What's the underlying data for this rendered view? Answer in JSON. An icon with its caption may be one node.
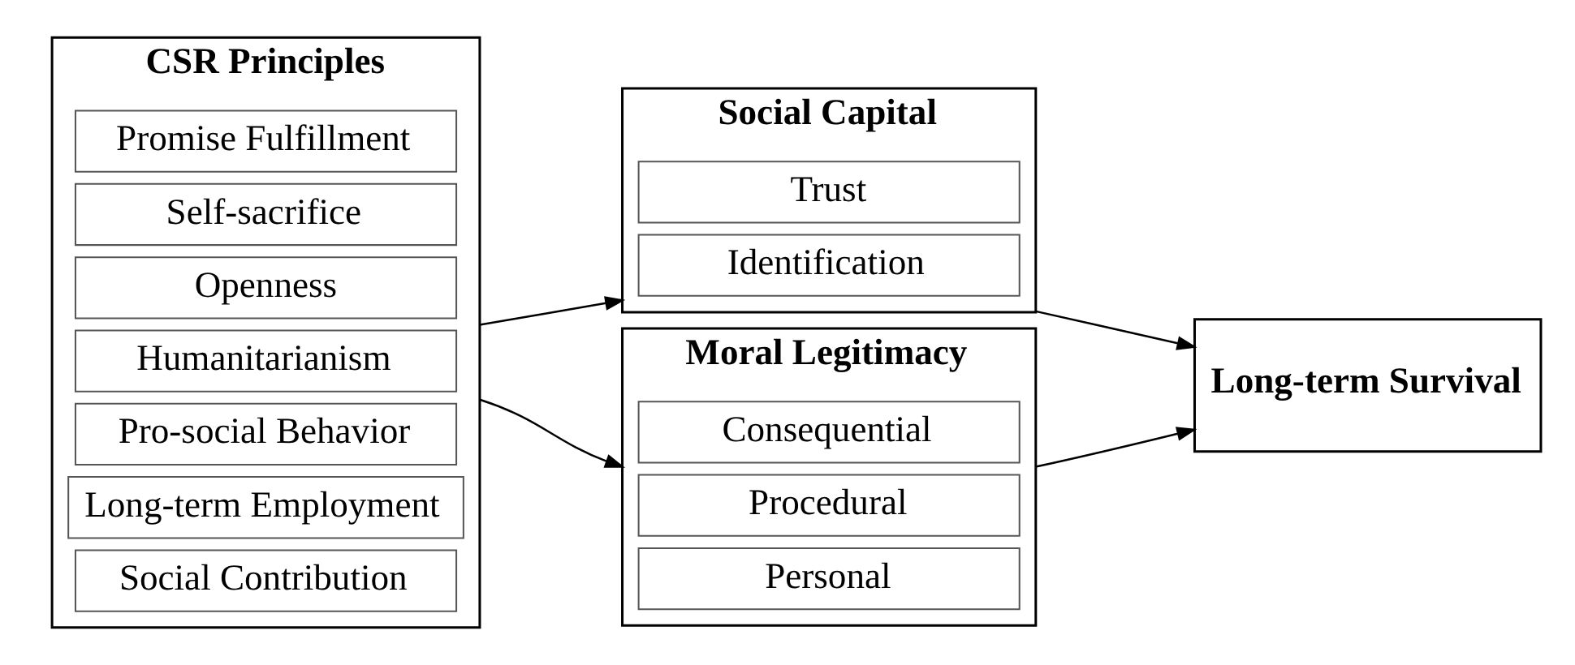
{
  "diagram": {
    "nodes": [
      {
        "text": [
          "CSR Principles"
        ]
      },
      {
        "text": [
          "Promise Fulfillment"
        ],
        "in": 0
      },
      {
        "text": [
          "Self-sacrifice"
        ],
        "in": 0
      },
      {
        "text": [
          "Openness"
        ],
        "in": 0
      },
      {
        "text": [
          "Humanitarianism"
        ],
        "in": 0
      },
      {
        "text": [
          "Pro-social Behavior"
        ],
        "in": 0
      },
      {
        "text": [
          "Long-term Employment"
        ],
        "in": 0
      },
      {
        "text": [
          "Social Contribution"
        ],
        "in": 0
      },
      {
        "text": [
          "Social Capital"
        ]
      },
      {
        "text": [
          "Trust"
        ],
        "in": 8
      },
      {
        "text": [
          "Identification"
        ],
        "in": 8
      },
      {
        "text": [
          "Moral Legitimacy"
        ]
      },
      {
        "text": [
          "Consequential"
        ],
        "in": 11
      },
      {
        "text": [
          "Procedural"
        ],
        "in": 11
      },
      {
        "text": [
          "Personal"
        ],
        "in": 11
      },
      {
        "text": [
          "Long-term Survival"
        ]
      }
    ],
    "edges": [
      {
        "from": 0,
        "to": 8,
        "arrow": "to"
      },
      {
        "from": 0,
        "to": 11,
        "arrow": "to"
      },
      {
        "from": 8,
        "to": 15,
        "arrow": "to"
      },
      {
        "from": 11,
        "to": 15,
        "arrow": "to"
      }
    ]
  }
}
